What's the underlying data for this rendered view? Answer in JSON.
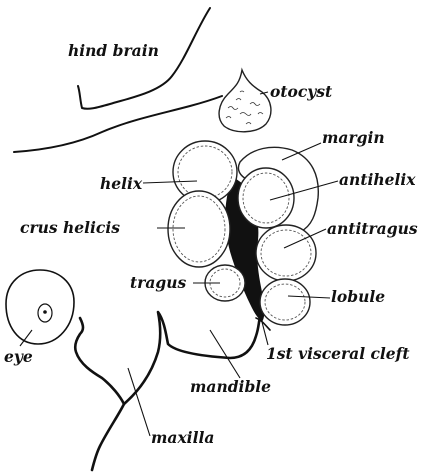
{
  "labels": {
    "hind_brain": "hind brain",
    "otocyst": "otocyst",
    "margin": "margin",
    "helix": "helix",
    "antihelix": "antihelix",
    "crus_helicis": "crus helicis",
    "antitragus": "antitragus",
    "tragus": "tragus",
    "lobule": "lobule",
    "eye": "eye",
    "first_visceral_cleft": "1st visceral cleft",
    "mandible": "mandible",
    "maxilla": "maxilla"
  }
}
